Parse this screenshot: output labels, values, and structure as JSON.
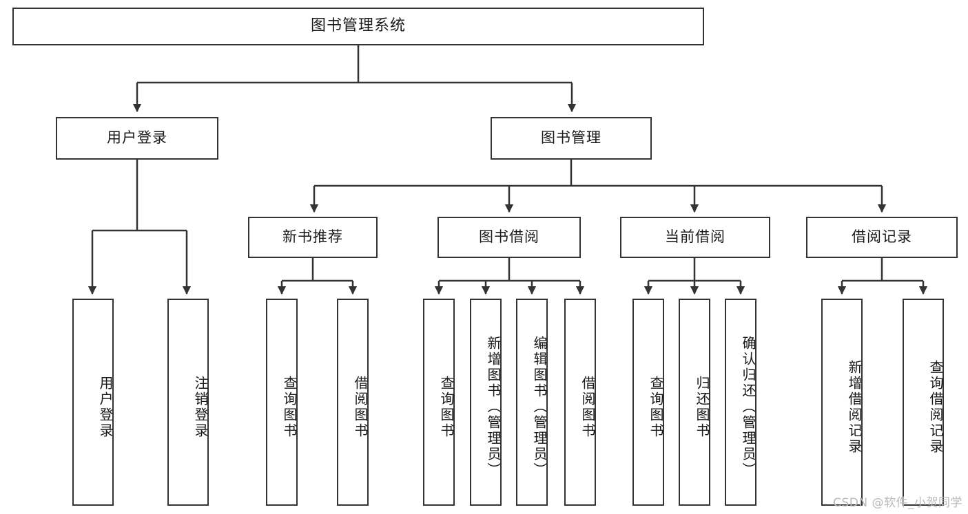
{
  "diagram": {
    "title": "图书管理系统",
    "watermark": "CSDN @软件_小贺同学",
    "stroke_color": "#333333",
    "fill_color": "#ffffff",
    "background": "#ffffff"
  },
  "nodes": {
    "root": {
      "label": "图书管理系统"
    },
    "level2": [
      {
        "label": "用户登录"
      },
      {
        "label": "图书管理"
      }
    ],
    "level3": [
      {
        "label": "新书推荐"
      },
      {
        "label": "图书借阅"
      },
      {
        "label": "当前借阅"
      },
      {
        "label": "借阅记录"
      }
    ],
    "leaves_user_login": [
      {
        "label": "用户登录"
      },
      {
        "label": "注销登录"
      }
    ],
    "leaves_new_book": [
      {
        "label": "查询图书"
      },
      {
        "label": "借阅图书"
      }
    ],
    "leaves_borrow": [
      {
        "label": "查询图书"
      },
      {
        "label": "新增图书（管理员）"
      },
      {
        "label": "编辑图书（管理员）"
      },
      {
        "label": "借阅图书"
      }
    ],
    "leaves_current": [
      {
        "label": "查询图书"
      },
      {
        "label": "归还图书"
      },
      {
        "label": "确认归还（管理员）"
      }
    ],
    "leaves_records": [
      {
        "label": "新增借阅记录"
      },
      {
        "label": "查询借阅记录"
      }
    ]
  }
}
